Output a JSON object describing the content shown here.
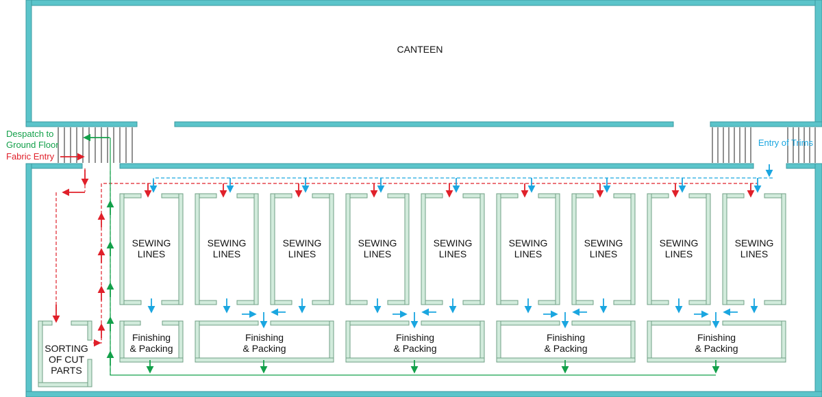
{
  "colors": {
    "wall": "#5bc4ca",
    "wall_edge": "#3a9aa0",
    "stair_line": "#222222",
    "fixture_fill": "#d2ebdc",
    "fixture_edge": "#6f9f84",
    "fabric_flow": "#e0202a",
    "despatch_flow": "#13a04a",
    "trims_flow": "#1aa6e0"
  },
  "labels": {
    "canteen": "CANTEEN",
    "despatch": [
      "Despatch to",
      "Ground Floor"
    ],
    "fabric_entry": "Fabric Entry",
    "trims_entry": "Entry of Trims",
    "sewing_lines": [
      "SEWING",
      "LINES"
    ],
    "finishing": [
      "Finishing",
      "& Packing"
    ],
    "sorting": [
      "SORTING",
      "OF CUT",
      "PARTS"
    ]
  },
  "counts": {
    "sewing_lines": 9,
    "finishing_units": 5
  }
}
